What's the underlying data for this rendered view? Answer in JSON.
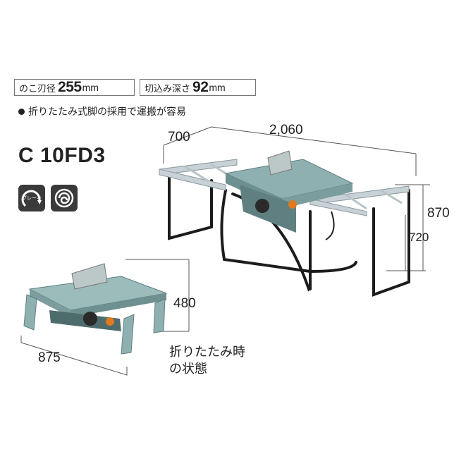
{
  "specs": {
    "blade_diameter": {
      "label": "のこ刃径",
      "value": "255",
      "unit": "mm"
    },
    "cutting_depth": {
      "label": "切込み深さ",
      "value": "92",
      "unit": "mm"
    }
  },
  "feature_text": "折りたたみ式脚の採用で運搬が容易",
  "model": "C 10FD3",
  "badges": {
    "brake_label": "ブレーキ",
    "spin_icon": "spiral-icon"
  },
  "dimensions": {
    "depth": "700",
    "width": "2,060",
    "height_total": "870",
    "height_table": "720",
    "folded_height": "480",
    "folded_width": "875"
  },
  "folded_caption": [
    "折りたたみ時",
    "の状態"
  ],
  "colors": {
    "machine": "#8fb0b0",
    "machine_dark": "#5f7f80",
    "frame": "#c8d2d6",
    "legs": "#1c1c1c",
    "accent": "#e07a1e"
  }
}
